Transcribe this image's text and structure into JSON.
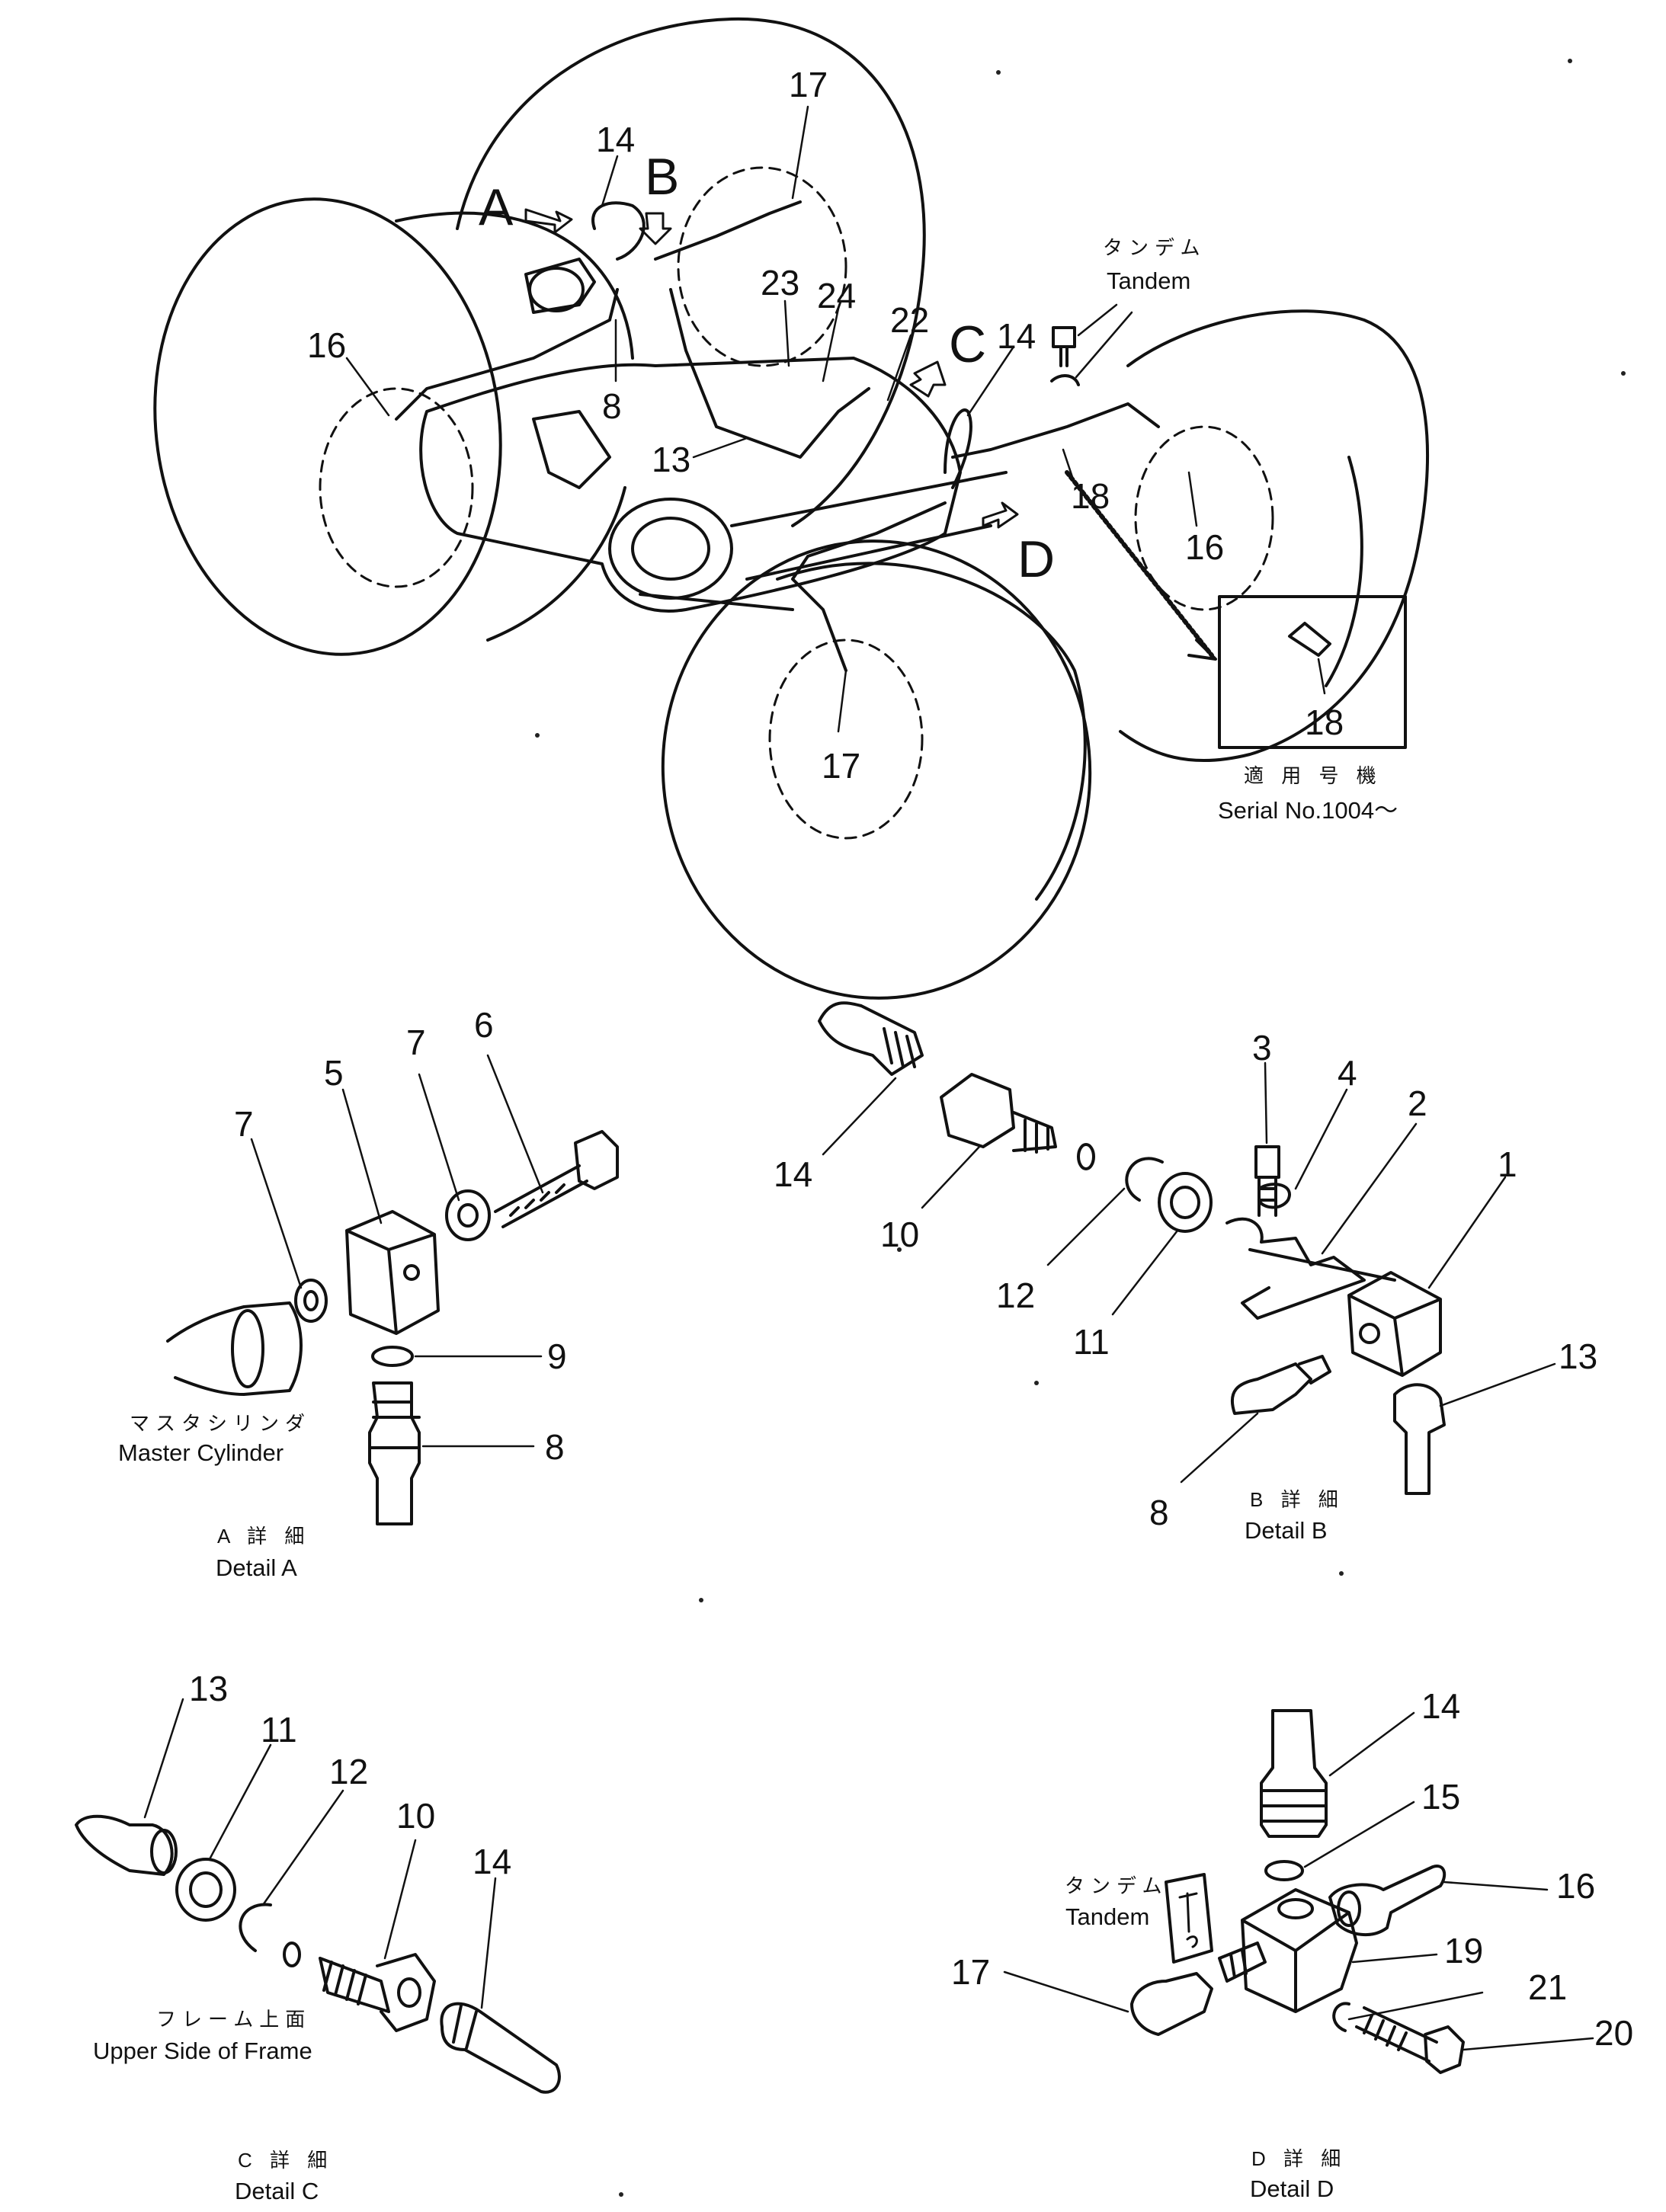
{
  "main_view": {
    "detail_markers": [
      "A",
      "B",
      "C",
      "D"
    ],
    "callouts": [
      "14",
      "17",
      "23",
      "24",
      "22",
      "14",
      "16",
      "8",
      "13",
      "18",
      "16",
      "17"
    ],
    "tandem_jp": "タンデム",
    "tandem_en": "Tandem",
    "inset_callout": "18",
    "serial_jp": "適 用 号 機",
    "serial_en": "Serial No.1004～"
  },
  "detail_a": {
    "callouts": [
      "6",
      "7",
      "5",
      "7",
      "9",
      "8"
    ],
    "master_cylinder_jp": "マスタシリンダ",
    "master_cylinder_en": "Master Cylinder",
    "title_jp": "A 詳 細",
    "title_en": "Detail A"
  },
  "detail_b": {
    "callouts": [
      "3",
      "4",
      "2",
      "1",
      "14",
      "10",
      "12",
      "11",
      "13",
      "8"
    ],
    "title_jp": "B 詳 細",
    "title_en": "Detail B"
  },
  "detail_c": {
    "callouts": [
      "13",
      "11",
      "12",
      "10",
      "14"
    ],
    "frame_jp": "フレーム上面",
    "frame_en": "Upper Side of Frame",
    "title_jp": "C 詳 細",
    "title_en": "Detail C"
  },
  "detail_d": {
    "callouts": [
      "14",
      "15",
      "16",
      "19",
      "17",
      "21",
      "20"
    ],
    "tandem_jp": "タンデム",
    "tandem_en": "Tandem",
    "title_jp": "D 詳 細",
    "title_en": "Detail D"
  }
}
